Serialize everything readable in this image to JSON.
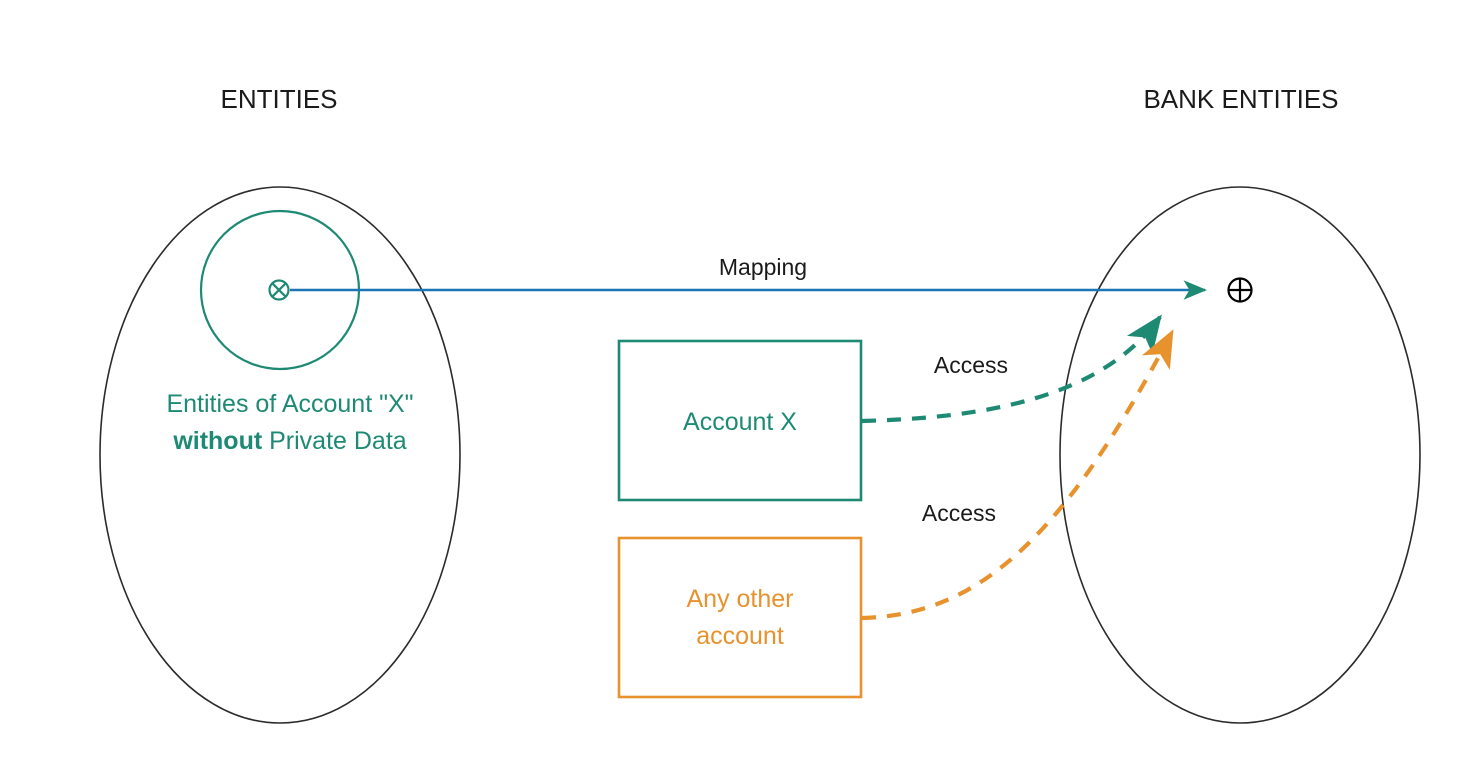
{
  "diagram": {
    "type": "entity-mapping-access-diagram",
    "background": "#ffffff",
    "colors": {
      "teal": "#1e8a74",
      "orange": "#e8922e",
      "blue": "#1b74b4",
      "black": "#1a1a1a"
    },
    "headers": {
      "left": "ENTITIES",
      "right": "BANK ENTITIES"
    },
    "groups": [
      {
        "id": "entities-ellipse",
        "name": "entities-group",
        "shape": "ellipse",
        "stroke": "#2b2b2b"
      },
      {
        "id": "bank-entities-ellipse",
        "name": "bank-entities-group",
        "shape": "ellipse",
        "stroke": "#2b2b2b"
      }
    ],
    "nodes": {
      "source_entity": {
        "glyph": "circle-times",
        "glyph_char": "⊗",
        "color": "#1e8a74",
        "caption_line1": "Entities of Account \"X\"",
        "caption_bold": "without",
        "caption_rest": " Private Data"
      },
      "target_entity": {
        "glyph": "circle-plus",
        "glyph_char": "⊕",
        "color": "#000000"
      },
      "account_x_box": {
        "label": "Account X",
        "color": "#1e8a74"
      },
      "any_other_account_box": {
        "label_line1": "Any other",
        "label_line2": "account",
        "color": "#e8922e"
      }
    },
    "edges": [
      {
        "id": "mapping-edge",
        "label": "Mapping",
        "style": "solid",
        "color": "#1b74b4",
        "arrowhead_color": "#1e8a74",
        "from": "source_entity",
        "to": "target_entity"
      },
      {
        "id": "access-edge-teal",
        "label": "Access",
        "style": "dashed",
        "color": "#1e8a74",
        "from": "account_x_box",
        "to": "target_entity"
      },
      {
        "id": "access-edge-orange",
        "label": "Access",
        "style": "dashed",
        "color": "#e8922e",
        "from": "any_other_account_box",
        "to": "target_entity"
      }
    ]
  }
}
